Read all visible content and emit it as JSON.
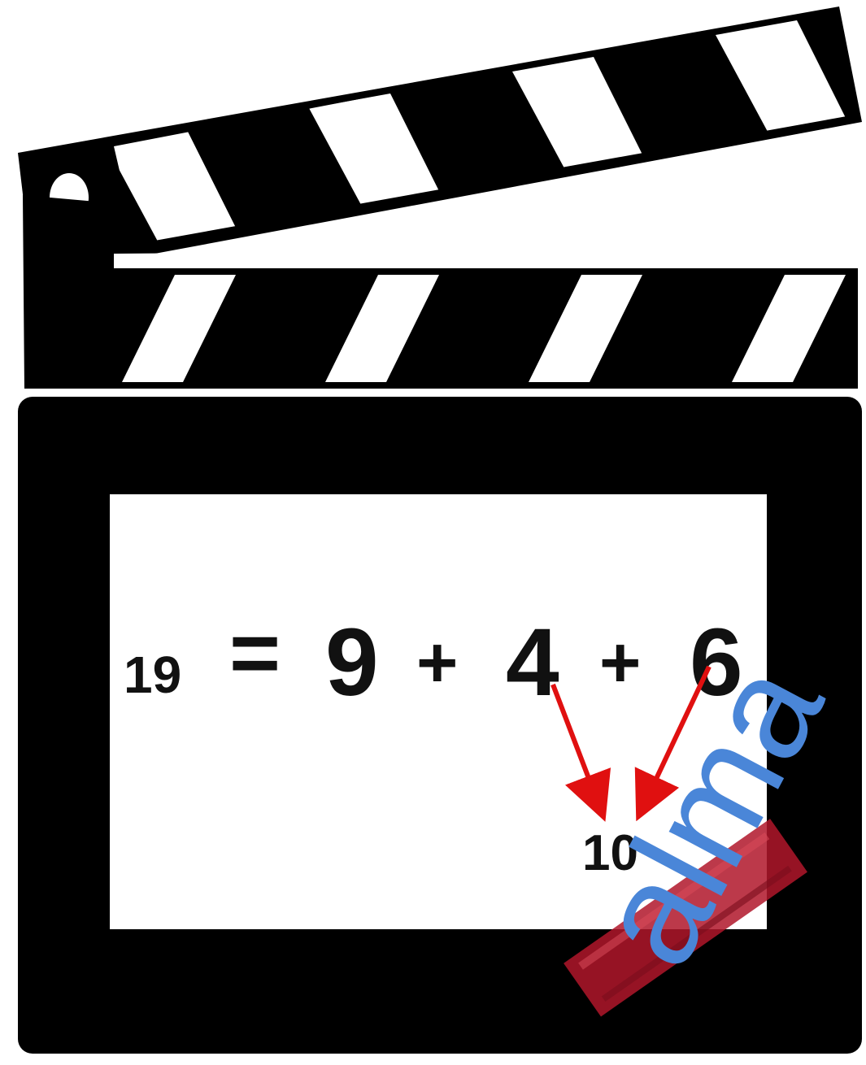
{
  "equation": {
    "total": "19",
    "equals": "=",
    "term1": "9",
    "plus1": "+",
    "term2": "4",
    "plus2": "+",
    "term3": "6",
    "grouped_sum": "10"
  },
  "watermark": {
    "text": "alma"
  },
  "colors": {
    "board": "#000000",
    "screen": "#ffffff",
    "arrow": "#e01010",
    "watermark_text": "#4a86d8",
    "watermark_stamp": "#b0162a"
  }
}
